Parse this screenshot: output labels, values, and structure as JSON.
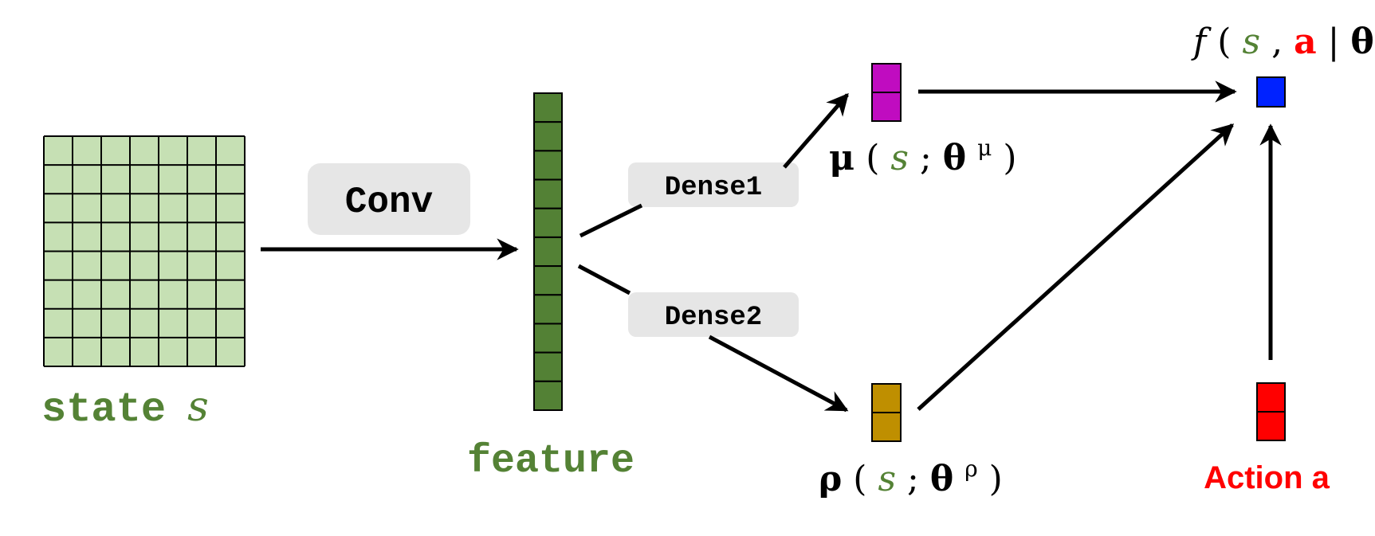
{
  "labels": {
    "conv": "Conv",
    "dense1": "Dense1",
    "dense2": "Dense2",
    "state_word": "state",
    "state_var": "s",
    "feature": "feature",
    "action": "Action a"
  },
  "math": {
    "mu": {
      "symbol": "μ",
      "open": "(",
      "var": "s",
      "sep": "; ",
      "theta": "θ",
      "sup": "μ",
      "close": ")"
    },
    "rho": {
      "symbol": "ρ",
      "open": "(",
      "var": "s",
      "sep": "; ",
      "theta": "θ",
      "sup": "ρ",
      "close": ")"
    },
    "f": {
      "func": "f",
      "open": "(",
      "var": "s",
      "comma": ",",
      "action": "a",
      "bar": "|",
      "theta": "θ",
      "close": ")"
    }
  },
  "colors": {
    "state_fill": "#c6e0b4",
    "feature_fill": "#538135",
    "green_text": "#548235",
    "mu_fill": "#c00cc0",
    "rho_fill": "#bf8f00",
    "f_fill": "#0022ff",
    "action_fill": "#ff0000",
    "label_box": "#e6e6e6",
    "red_text": "#ff0000"
  }
}
